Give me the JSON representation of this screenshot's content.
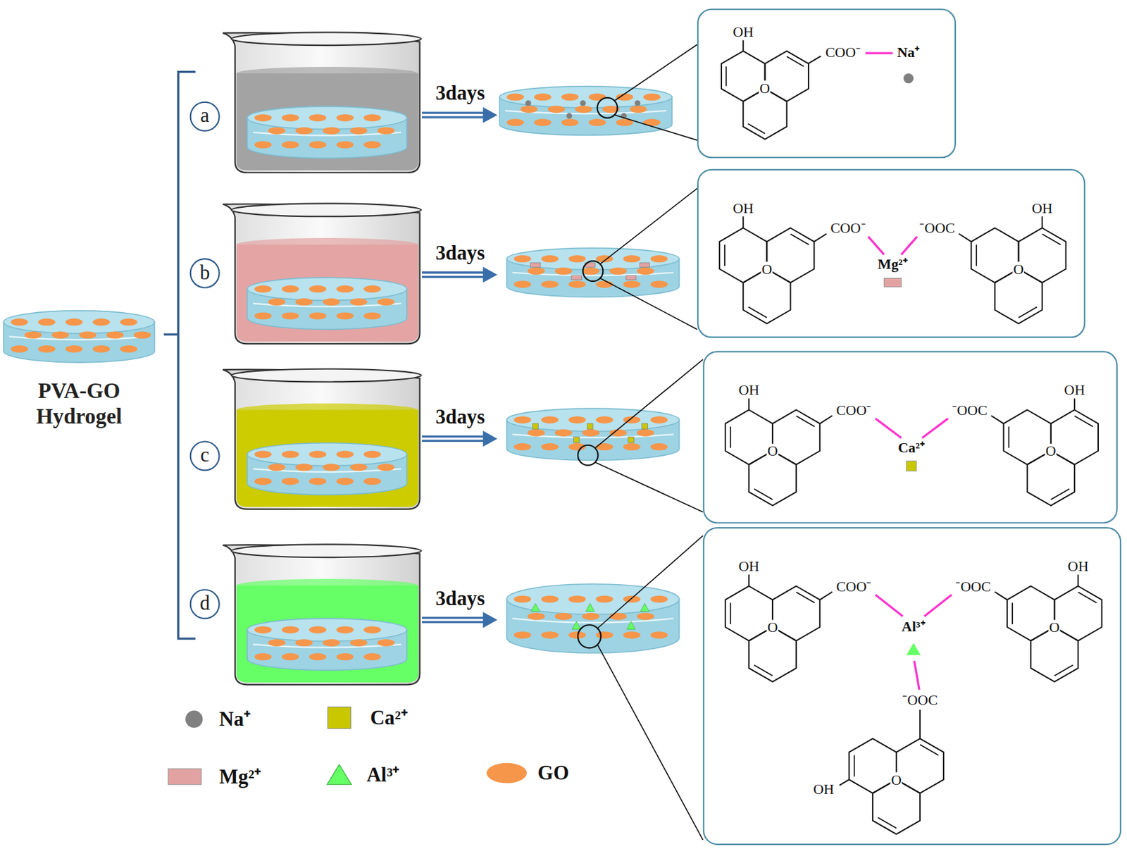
{
  "diagram": {
    "nodes": [
      {
        "text": [
          "PVA-GO Hydrogel"
        ]
      },
      {
        "text": [
          "a"
        ]
      },
      {
        "text": [
          "OH",
          "COO⁻",
          "Na⁺",
          "O"
        ]
      },
      {
        "text": [
          "b"
        ]
      },
      {
        "text": [
          "OH",
          "COO⁻",
          "Mg²⁺",
          "⁻OOC",
          "OH",
          "O",
          "O"
        ]
      },
      {
        "text": [
          "c"
        ]
      },
      {
        "text": [
          "OH",
          "COO⁻",
          "Ca²⁺",
          "⁻OOC",
          "OH",
          "O",
          "O"
        ]
      },
      {
        "text": [
          "d"
        ]
      },
      {
        "text": [
          "OH",
          "COO⁻",
          "⁻OOC",
          "OH",
          "Al³⁺",
          "O",
          "O",
          "⁻OOC",
          "OH",
          "O"
        ]
      }
    ],
    "labels": [
      "3days",
      "3days",
      "3days",
      "3days"
    ],
    "legend": [
      {
        "text": "Na⁺",
        "color": "#808080"
      },
      {
        "text": "Ca²⁺",
        "color": "#c9c700"
      },
      {
        "text": "Mg²⁺",
        "color": "#e3a2a2"
      },
      {
        "text": "Al³⁺",
        "color": "#66ff66"
      },
      {
        "text": "GO",
        "color": "#f5964a"
      }
    ]
  }
}
